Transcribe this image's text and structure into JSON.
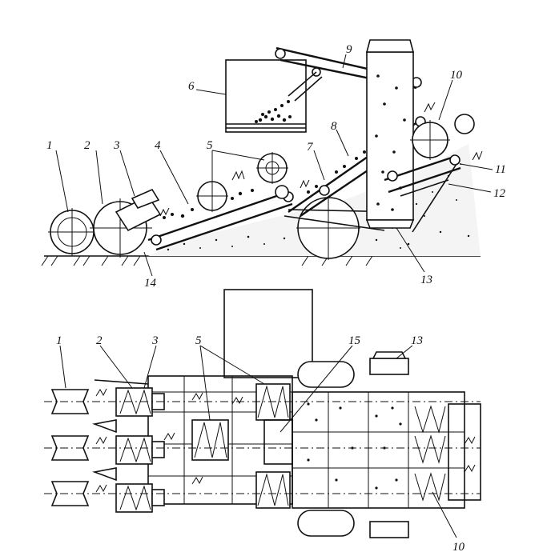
{
  "diagram": {
    "side_view": {
      "labels": [
        "1",
        "2",
        "3",
        "4",
        "5",
        "6",
        "7",
        "8",
        "9",
        "10",
        "11",
        "12",
        "13",
        "14"
      ]
    },
    "top_view": {
      "labels": [
        "1",
        "2",
        "3",
        "5",
        "15",
        "13",
        "10"
      ]
    }
  }
}
